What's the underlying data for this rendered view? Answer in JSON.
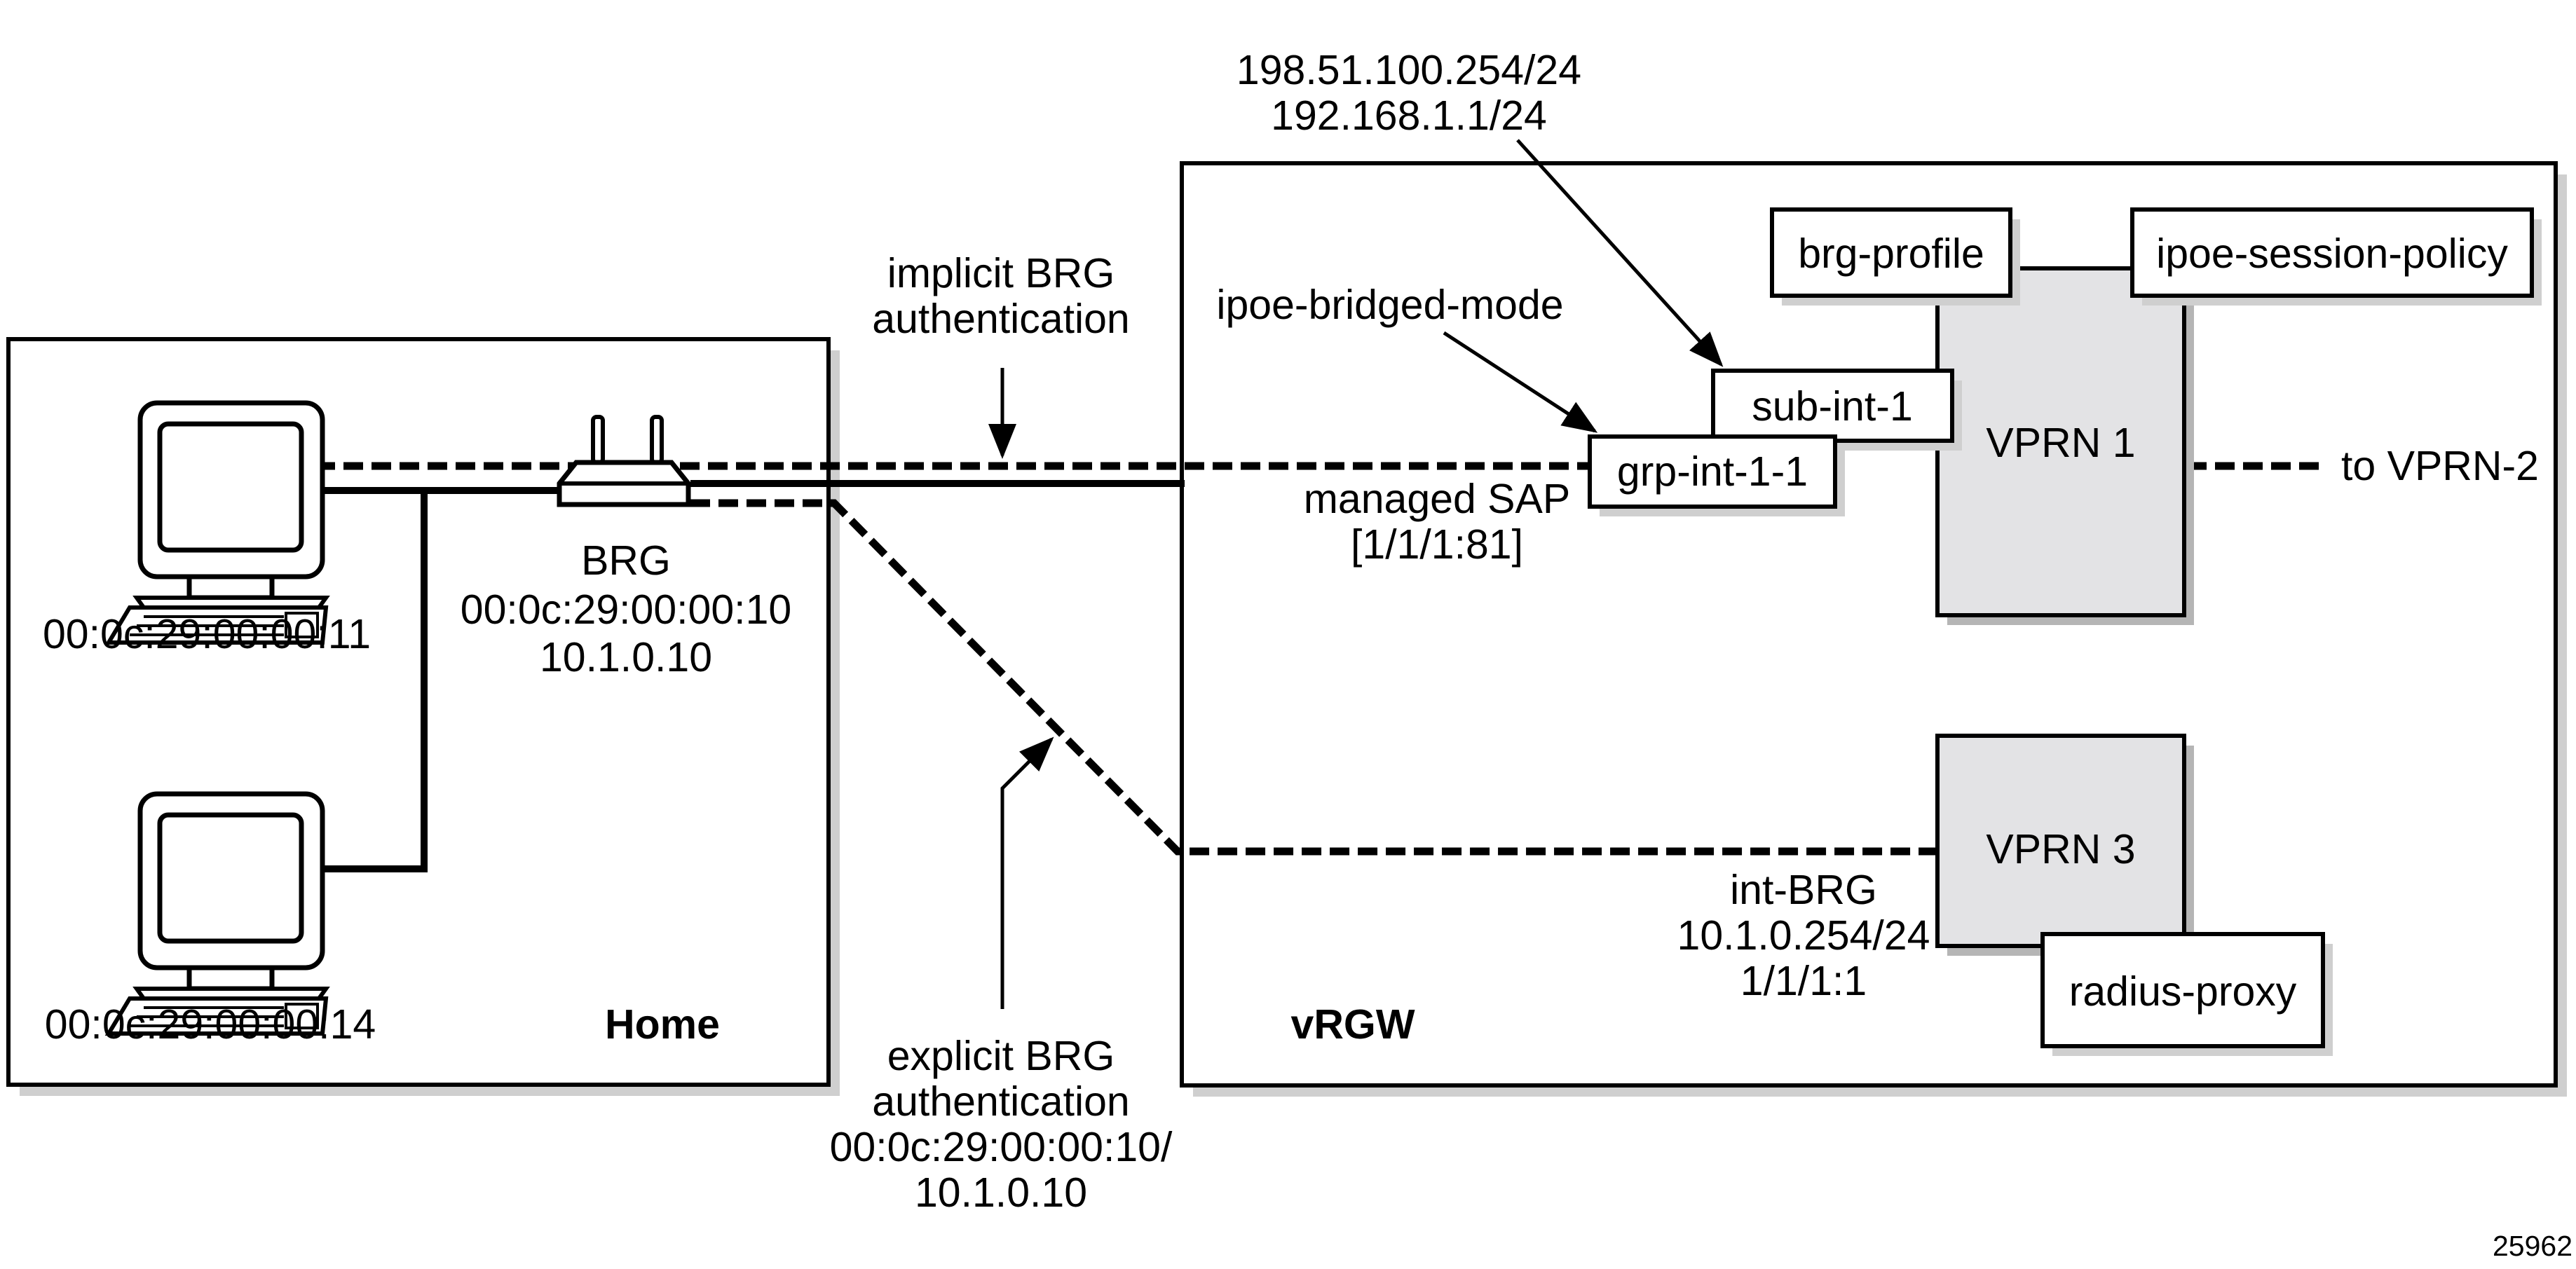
{
  "home": {
    "title": "Home",
    "pc1_mac": "00:0c:29:00:00:11",
    "pc2_mac": "00:0c:29:00:00:14",
    "brg_name": "BRG",
    "brg_mac": "00:0c:29:00:00:10",
    "brg_ip": "10.1.0.10"
  },
  "vrgw": {
    "title": "vRGW",
    "vprn1": "VPRN 1",
    "vprn3": "VPRN 3",
    "brg_profile": "brg-profile",
    "ipoe_session_policy": "ipoe-session-policy",
    "sub_int": "sub-int-1",
    "grp_int": "grp-int-1-1",
    "radius_proxy": "radius-proxy",
    "to_vprn2": "to VPRN-2"
  },
  "annotations": {
    "sub_int_addr_1": "198.51.100.254/24",
    "sub_int_addr_2": "192.168.1.1/24",
    "implicit_1": "implicit BRG",
    "implicit_2": "authentication",
    "bridged_mode": "ipoe-bridged-mode",
    "managed_sap_1": "managed SAP",
    "managed_sap_2": "[1/1/1:81]",
    "int_brg_1": "int-BRG",
    "int_brg_2": "10.1.0.254/24",
    "int_brg_3": "1/1/1:1",
    "explicit_1": "explicit BRG",
    "explicit_2": "authentication",
    "explicit_3": "00:0c:29:00:00:10/",
    "explicit_4": "10.1.0.10"
  },
  "figure_id": "25962"
}
